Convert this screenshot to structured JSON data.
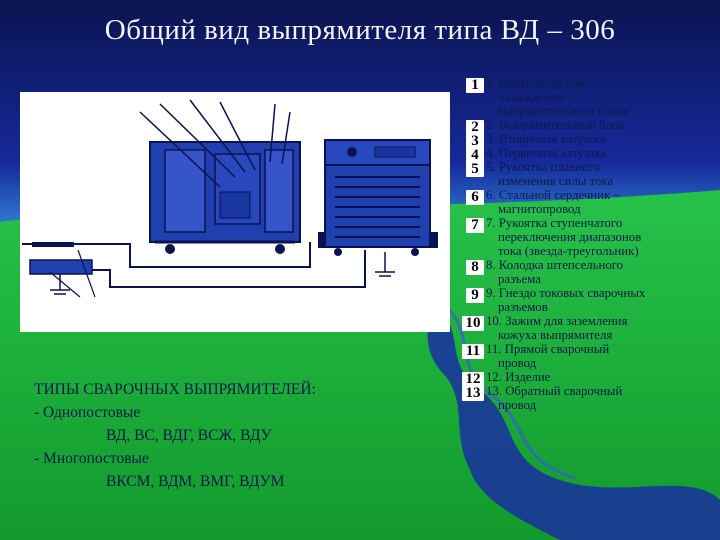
{
  "title": "Общий вид выпрямителя типа ВД – 306",
  "colors": {
    "navy": "#0a1660",
    "blue": "#1f3aa8",
    "green": "#1fb23a",
    "panel": "#ffffff"
  },
  "types_heading": "ТИПЫ СВАРОЧНЫХ ВЫПРЯМИТЕЛЕЙ:",
  "types": [
    {
      "label": "- Однопостовые",
      "examples": "ВД, ВС, ВДГ, ВСЖ, ВДУ"
    },
    {
      "label": "- Многопостовые",
      "examples": "ВКСМ, ВДМ, ВМГ, ВДУМ"
    }
  ],
  "legend": [
    {
      "n": "1",
      "lines": [
        "1. Вентилятор для",
        "охлаждения",
        "выпрямительного блока"
      ]
    },
    {
      "n": "2",
      "lines": [
        "2. Выпрямительный блок"
      ]
    },
    {
      "n": "3",
      "lines": [
        "3. Вторичная катушка"
      ]
    },
    {
      "n": "4",
      "lines": [
        "4. Первичная катушка"
      ]
    },
    {
      "n": "5",
      "lines": [
        "5. Рукоятка плавного",
        "изменения силы тока"
      ]
    },
    {
      "n": "6",
      "lines": [
        "6. Стальной сердечник –",
        "магнитопровод"
      ]
    },
    {
      "n": "7",
      "lines": [
        "7. Рукоятка ступенчатого",
        "переключения диапазонов",
        "тока (звезда-треугольник)"
      ]
    },
    {
      "n": "8",
      "lines": [
        "8. Колодка штепсельного",
        "разъема"
      ]
    },
    {
      "n": "9",
      "lines": [
        "9. Гнездо токовых сварочных",
        "разъемов"
      ]
    },
    {
      "n": "10",
      "lines": [
        "10. Зажим для заземления",
        "кожуха выпрямителя"
      ]
    },
    {
      "n": "11",
      "lines": [
        "11. Прямой сварочный",
        "провод"
      ]
    },
    {
      "n": "12",
      "lines": [
        "12. Изделие"
      ]
    },
    {
      "n": "13",
      "lines": [
        "13. Обратный сварочный",
        "провод"
      ]
    }
  ]
}
